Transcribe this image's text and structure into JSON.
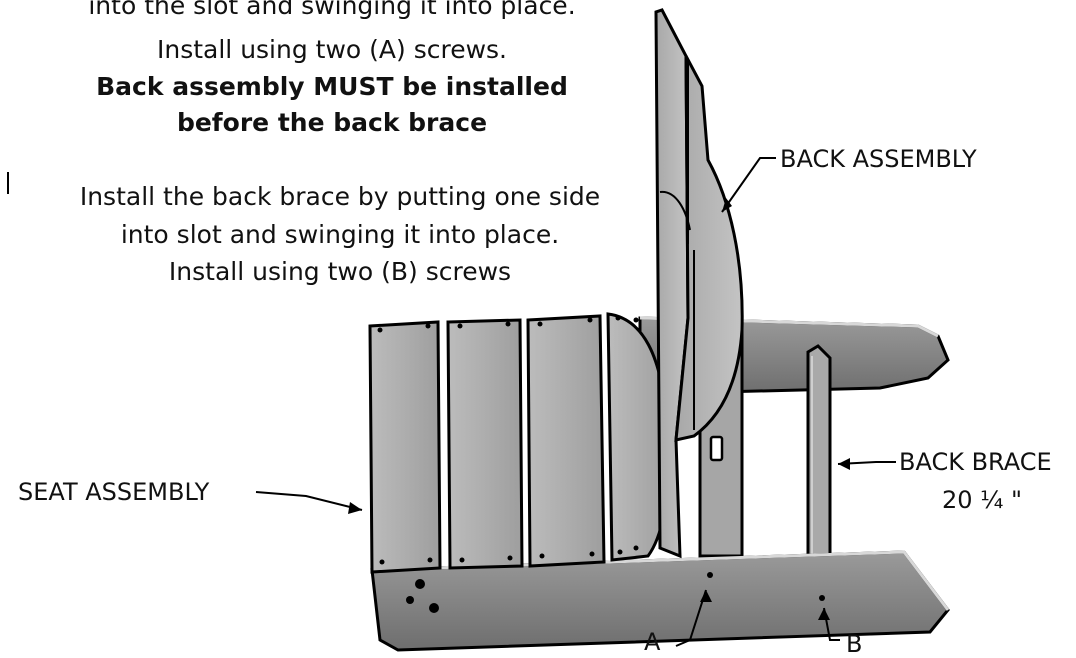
{
  "instructions": {
    "step_back_assembly": {
      "line1": "into the slot and swinging it into place.",
      "line2": "Install using two (A) screws.",
      "warning_line1": "Back assembly MUST be installed",
      "warning_line2": "before the back brace"
    },
    "step_back_brace": {
      "line1": "Install the back brace by putting one side",
      "line2": "into slot and swinging it into place.",
      "line3": "Install using two (B) screws"
    }
  },
  "callouts": {
    "back_assembly": "BACK ASSEMBLY",
    "back_brace": "BACK BRACE",
    "back_brace_length": "20 ¼ \"",
    "seat_assembly": "SEAT ASSEMBLY",
    "screw_a": "A",
    "screw_b": "B"
  },
  "colors": {
    "panel_light": "#b3b3b3",
    "panel_dark": "#808080",
    "outline": "#000000"
  }
}
